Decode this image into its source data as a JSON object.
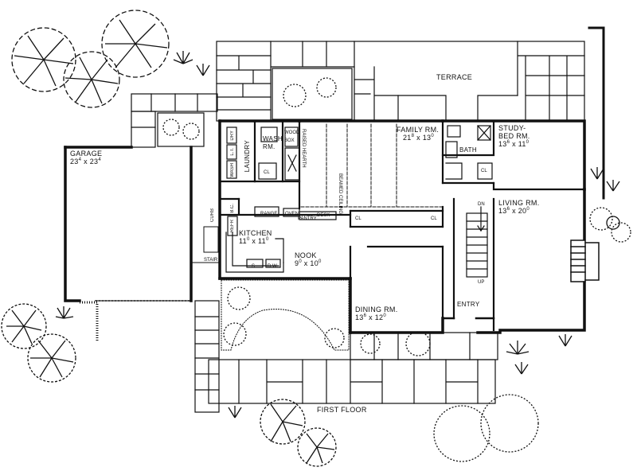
{
  "rooms": {
    "terrace": "TERRACE",
    "garage": {
      "name": "GARAGE",
      "w": "23",
      "w_in": "4",
      "x": "x",
      "d": "23",
      "d_in": "4"
    },
    "family": {
      "name": "FAMILY RM.",
      "w": "21",
      "w_in": "8",
      "x": "x",
      "d": "13",
      "d_in": "0"
    },
    "study": {
      "name": "STUDY-",
      "name2": "BED RM.",
      "w": "13",
      "w_in": "6",
      "x": "x",
      "d": "11",
      "d_in": "0"
    },
    "living": {
      "name": "LIVING RM.",
      "w": "13",
      "w_in": "6",
      "x": "x",
      "d": "20",
      "d_in": "0"
    },
    "kitchen": {
      "name": "KITCHEN",
      "w": "11",
      "w_in": "0",
      "x": "x",
      "d": "11",
      "d_in": "0"
    },
    "nook": {
      "name": "NOOK",
      "w": "9",
      "w_in": "0",
      "x": "x",
      "d": "10",
      "d_in": "0"
    },
    "dining": {
      "name": "DINING RM.",
      "w": "13",
      "w_in": "6",
      "x": "x",
      "d": "12",
      "d_in": "0"
    },
    "entry": "ENTRY",
    "laundry": "LAUNDRY",
    "wash": "WASH",
    "wash2": "RM.",
    "bath": "BATH",
    "pantry": "PANTRY",
    "desk": "DESK",
    "oven": "OVEN",
    "range": "RANGE",
    "refr": "REFR",
    "bc": "B.C.",
    "stair": "STAIR",
    "curb": "CURB",
    "dry": "DRY",
    "wash_mach": "WASH",
    "lt": "L.T.",
    "woodbox": "WOOD",
    "woodbox2": "BOX",
    "raised_hearth": "RAISED HEARTH",
    "beamed_ceiling": "BEAMED CEILING",
    "cl": "CL",
    "dn": "DN",
    "up": "UP",
    "s": "S",
    "dw": "D.W."
  },
  "floor_title": "FIRST FLOOR"
}
